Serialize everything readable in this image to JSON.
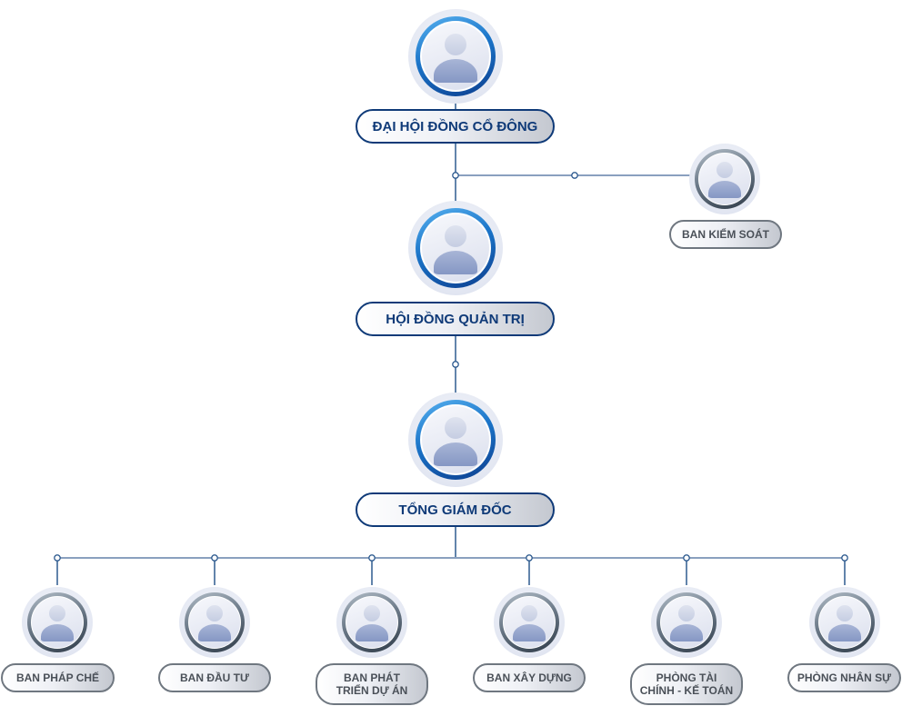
{
  "chart_title": "",
  "colors": {
    "primary_blue": "#0f3a78",
    "line_color": "#8aa0bf",
    "connector_blue": "#2d5a8f",
    "gray_text": "#4a5058"
  },
  "nodes": {
    "shareholders": {
      "label": "ĐẠI HỘI ĐỒNG CỔ ĐÔNG",
      "icon": "user-avatar-icon"
    },
    "supervisory": {
      "label": "BAN KIỂM SOÁT",
      "icon": "user-avatar-icon"
    },
    "board": {
      "label": "HỘI ĐỒNG QUẢN TRỊ",
      "icon": "user-avatar-icon"
    },
    "ceo": {
      "label": "TỔNG GIÁM ĐỐC",
      "icon": "user-avatar-icon"
    },
    "departments": [
      {
        "label": "BAN PHÁP CHẾ",
        "icon": "user-avatar-icon"
      },
      {
        "label": "BAN ĐẦU TƯ",
        "icon": "user-avatar-icon"
      },
      {
        "label": "BAN PHÁT TRIỂN DỰ ÁN",
        "icon": "user-avatar-icon"
      },
      {
        "label": "BAN XÂY DỰNG",
        "icon": "user-avatar-icon"
      },
      {
        "label": "PHÒNG TÀI CHÍNH - KẾ TOÁN",
        "icon": "user-avatar-icon"
      },
      {
        "label": "PHÒNG NHÂN SỰ",
        "icon": "user-avatar-icon"
      }
    ]
  },
  "edges": [
    {
      "from": "shareholders",
      "to": "board"
    },
    {
      "from": "shareholders",
      "to": "supervisory"
    },
    {
      "from": "board",
      "to": "ceo"
    },
    {
      "from": "ceo",
      "to": "departments.0"
    },
    {
      "from": "ceo",
      "to": "departments.1"
    },
    {
      "from": "ceo",
      "to": "departments.2"
    },
    {
      "from": "ceo",
      "to": "departments.3"
    },
    {
      "from": "ceo",
      "to": "departments.4"
    },
    {
      "from": "ceo",
      "to": "departments.5"
    }
  ]
}
